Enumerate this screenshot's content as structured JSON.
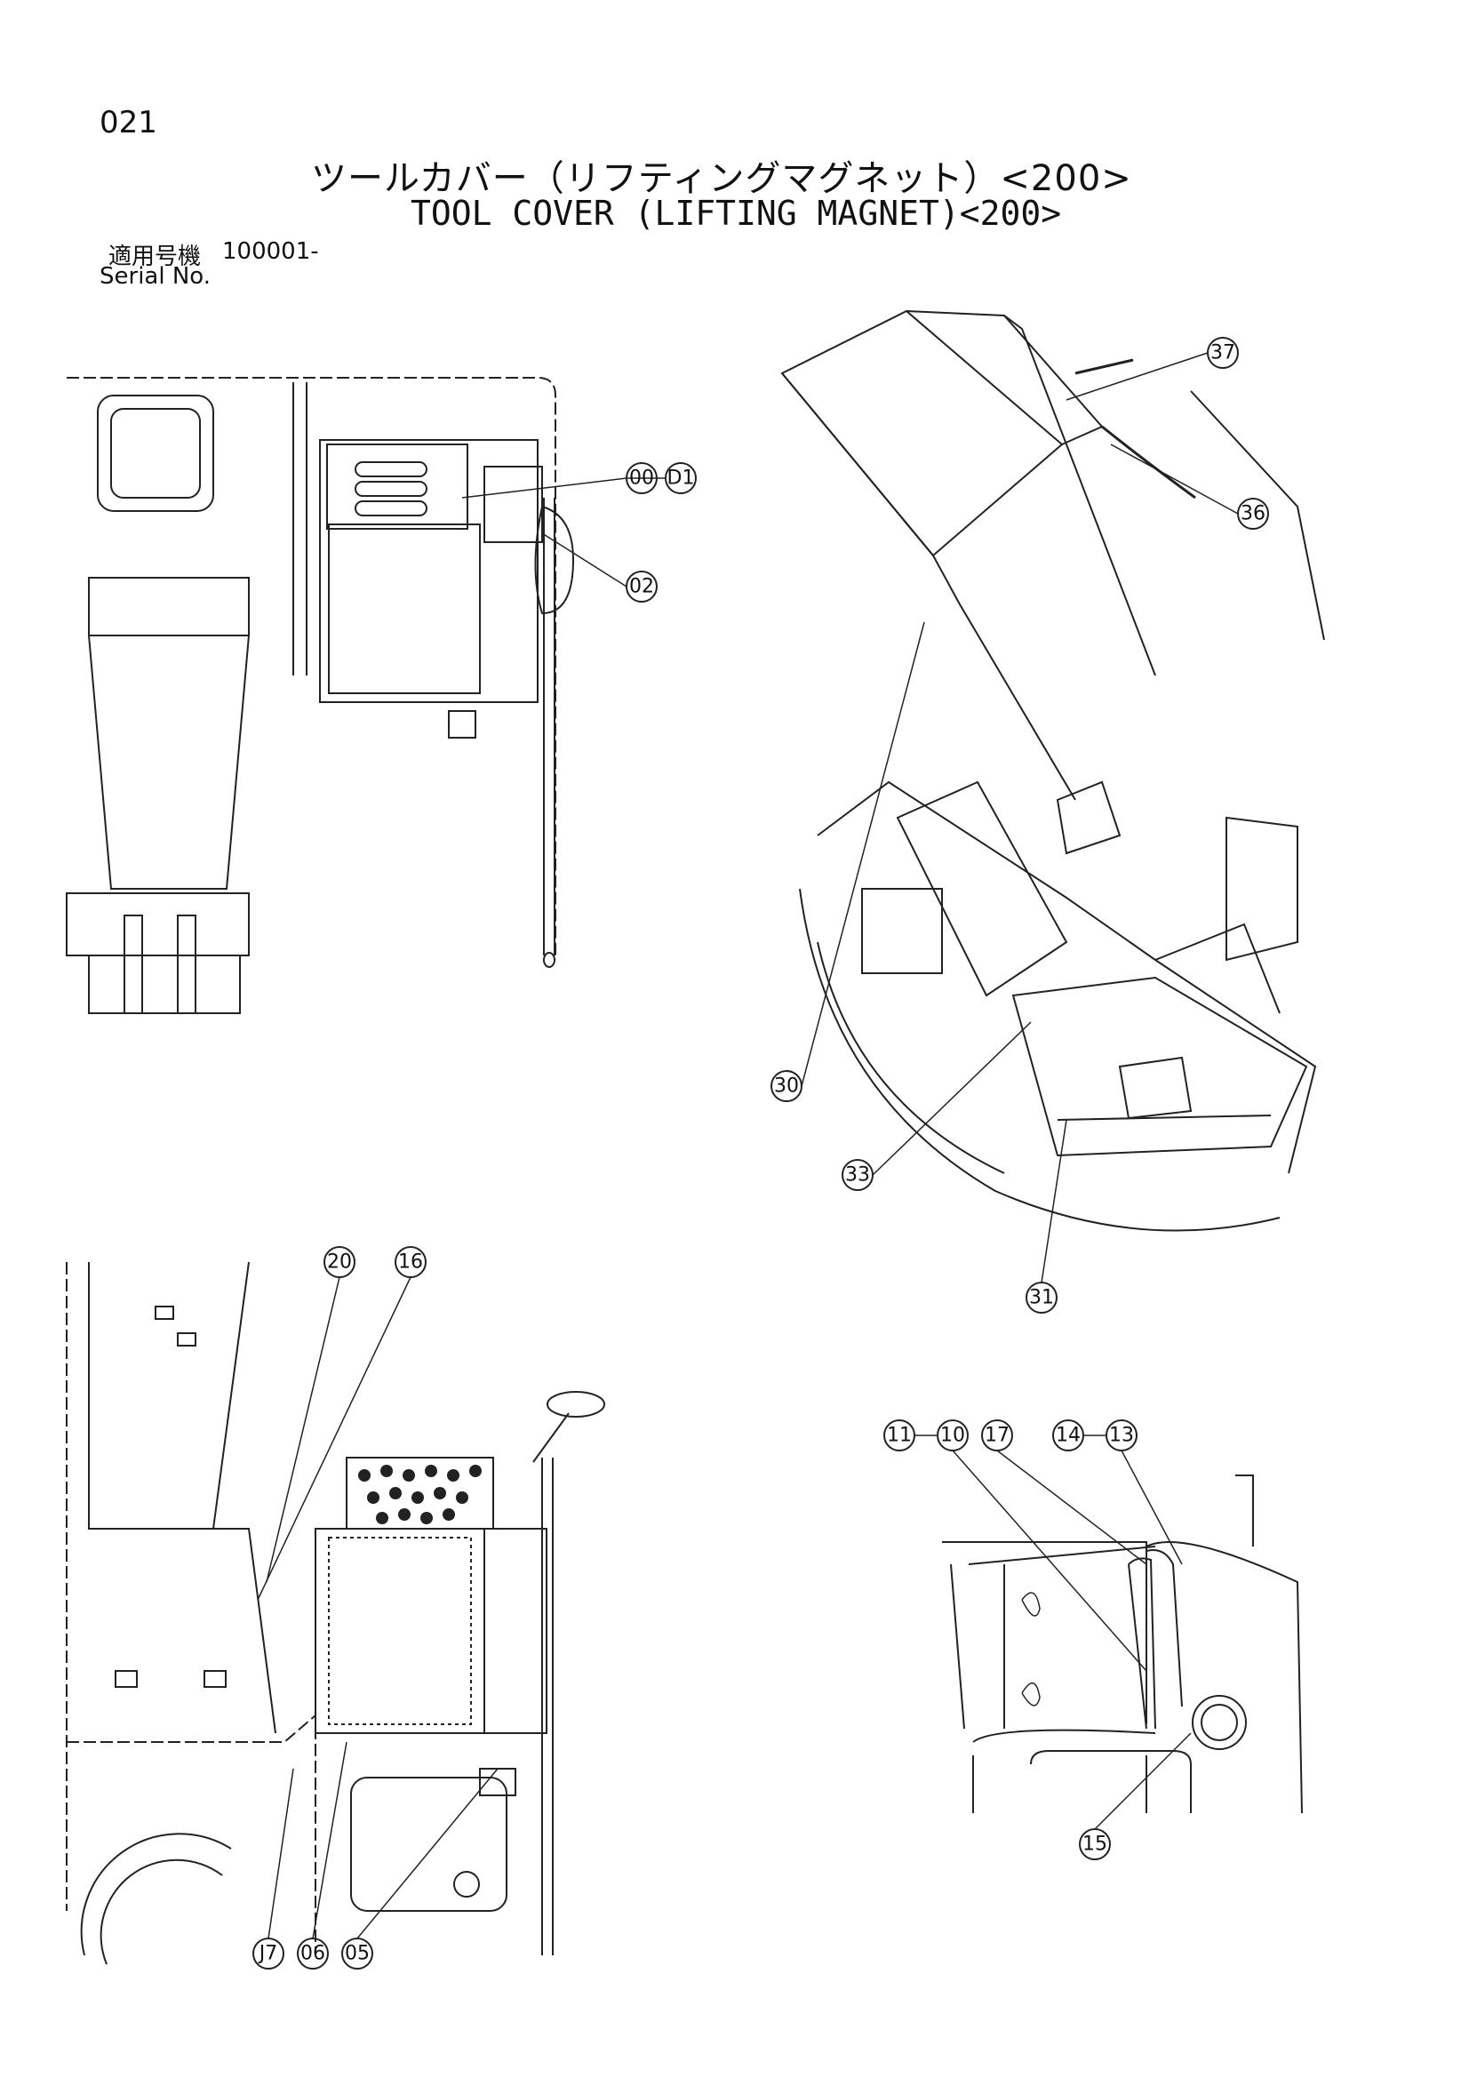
{
  "header": {
    "page_number": "021",
    "title_jp": "ツールカバー（リフティングマグネット）<200>",
    "title_en": "TOOL COVER (LIFTING MAGNET)<200>",
    "serial_label_jp": "適用号機",
    "serial_value": "100001-",
    "serial_label_en": "Serial No."
  },
  "callouts": {
    "v1": [
      "00",
      "D1",
      "02"
    ],
    "v2": [
      "37",
      "36",
      "30",
      "33",
      "31"
    ],
    "v3": [
      "20",
      "16",
      "J7",
      "06",
      "05"
    ],
    "v4": [
      "11",
      "10",
      "17",
      "14",
      "13",
      "15"
    ]
  }
}
